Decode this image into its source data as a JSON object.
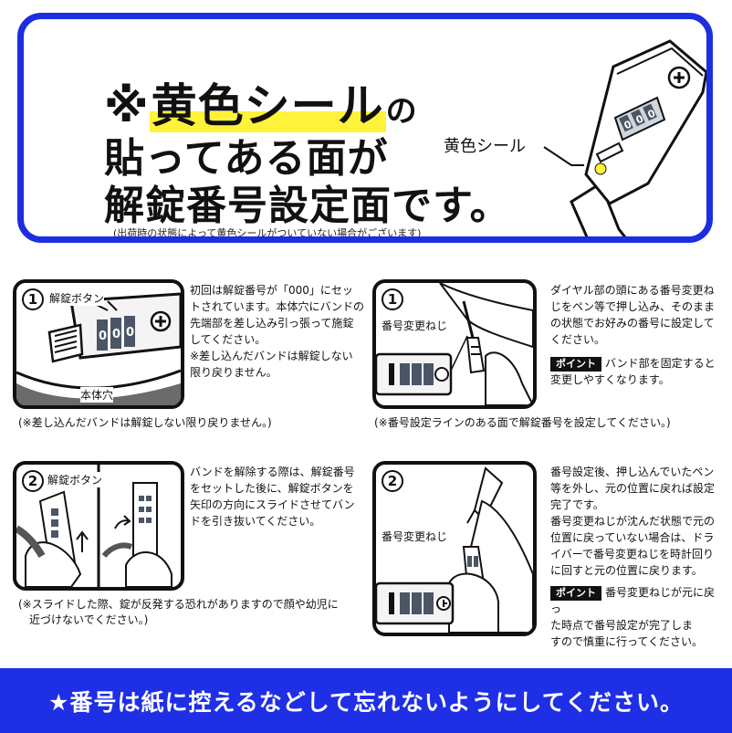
{
  "hero": {
    "mark": "※",
    "highlight": "黄色シール",
    "particle": "の",
    "line2": "貼ってある面が",
    "line3": "解錠番号設定面です。",
    "note": "(出荷時の状態によって黄色シールがついていない場合がございます)",
    "callout": "黄色シール",
    "dials": [
      "0",
      "0",
      "0"
    ]
  },
  "colors": {
    "accent_blue": "#1c2ee0",
    "sticker_yellow": "#fff23a",
    "footer_blue": "#1f2fe6"
  },
  "step1_left": {
    "number": "1",
    "button_label": "解錠ボタン",
    "hole_label": "本体穴",
    "dials": [
      "0",
      "0",
      "0"
    ],
    "text": [
      "初回は解錠番号が「000」にセッ",
      "トされています。本体穴にバンドの",
      "先端部を差し込み引っ張って施錠",
      "してください。",
      "※差し込んだバンドは解錠しない",
      "限り戻りません。"
    ],
    "note": "(※差し込んだバンドは解錠しない限り戻りません。)"
  },
  "step1_right": {
    "number": "1",
    "screw_label": "番号変更ねじ",
    "text": [
      "ダイヤル部の頭にある番号変更ね",
      "じをペン等で押し込み、そのまま",
      "の状態でお好みの番号に設定して",
      "ください。"
    ],
    "point_badge": "ポイント",
    "point_text_1": "バンド部を固定すると",
    "point_text_2": "変更しやすくなります。",
    "note": "(※番号設定ラインのある面で解錠番号を設定してください。)"
  },
  "step2_left": {
    "number": "2",
    "button_label": "解錠ボタン",
    "text": [
      "バンドを解除する際は、解錠番号",
      "をセットした後に、解錠ボタンを",
      "矢印の方向にスライドさせてバン",
      "ドを引き抜いてください。"
    ],
    "note_1": "(※スライドした際、錠が反発する恐れがありますので顔や幼児に",
    "note_2": "近づけないでください。)"
  },
  "step2_right": {
    "number": "2",
    "screw_label": "番号変更ねじ",
    "text": [
      "番号設定後、押し込んでいたペン",
      "等を外し、元の位置に戻れば設定",
      "完了です。",
      "番号変更ねじが沈んだ状態で元の",
      "位置に戻っていない場合は、ドラ",
      "イバーで番号変更ねじを時計回り",
      "に回すと元の位置に戻ります。"
    ],
    "point_badge": "ポイント",
    "point_text_1": "番号変更ねじが元に戻っ",
    "point_text_2": "た時点で番号設定が完了しま",
    "point_text_3": "すので慎重に行ってください。"
  },
  "footer": {
    "text": "★番号は紙に控えるなどして忘れないようにしてください。"
  }
}
